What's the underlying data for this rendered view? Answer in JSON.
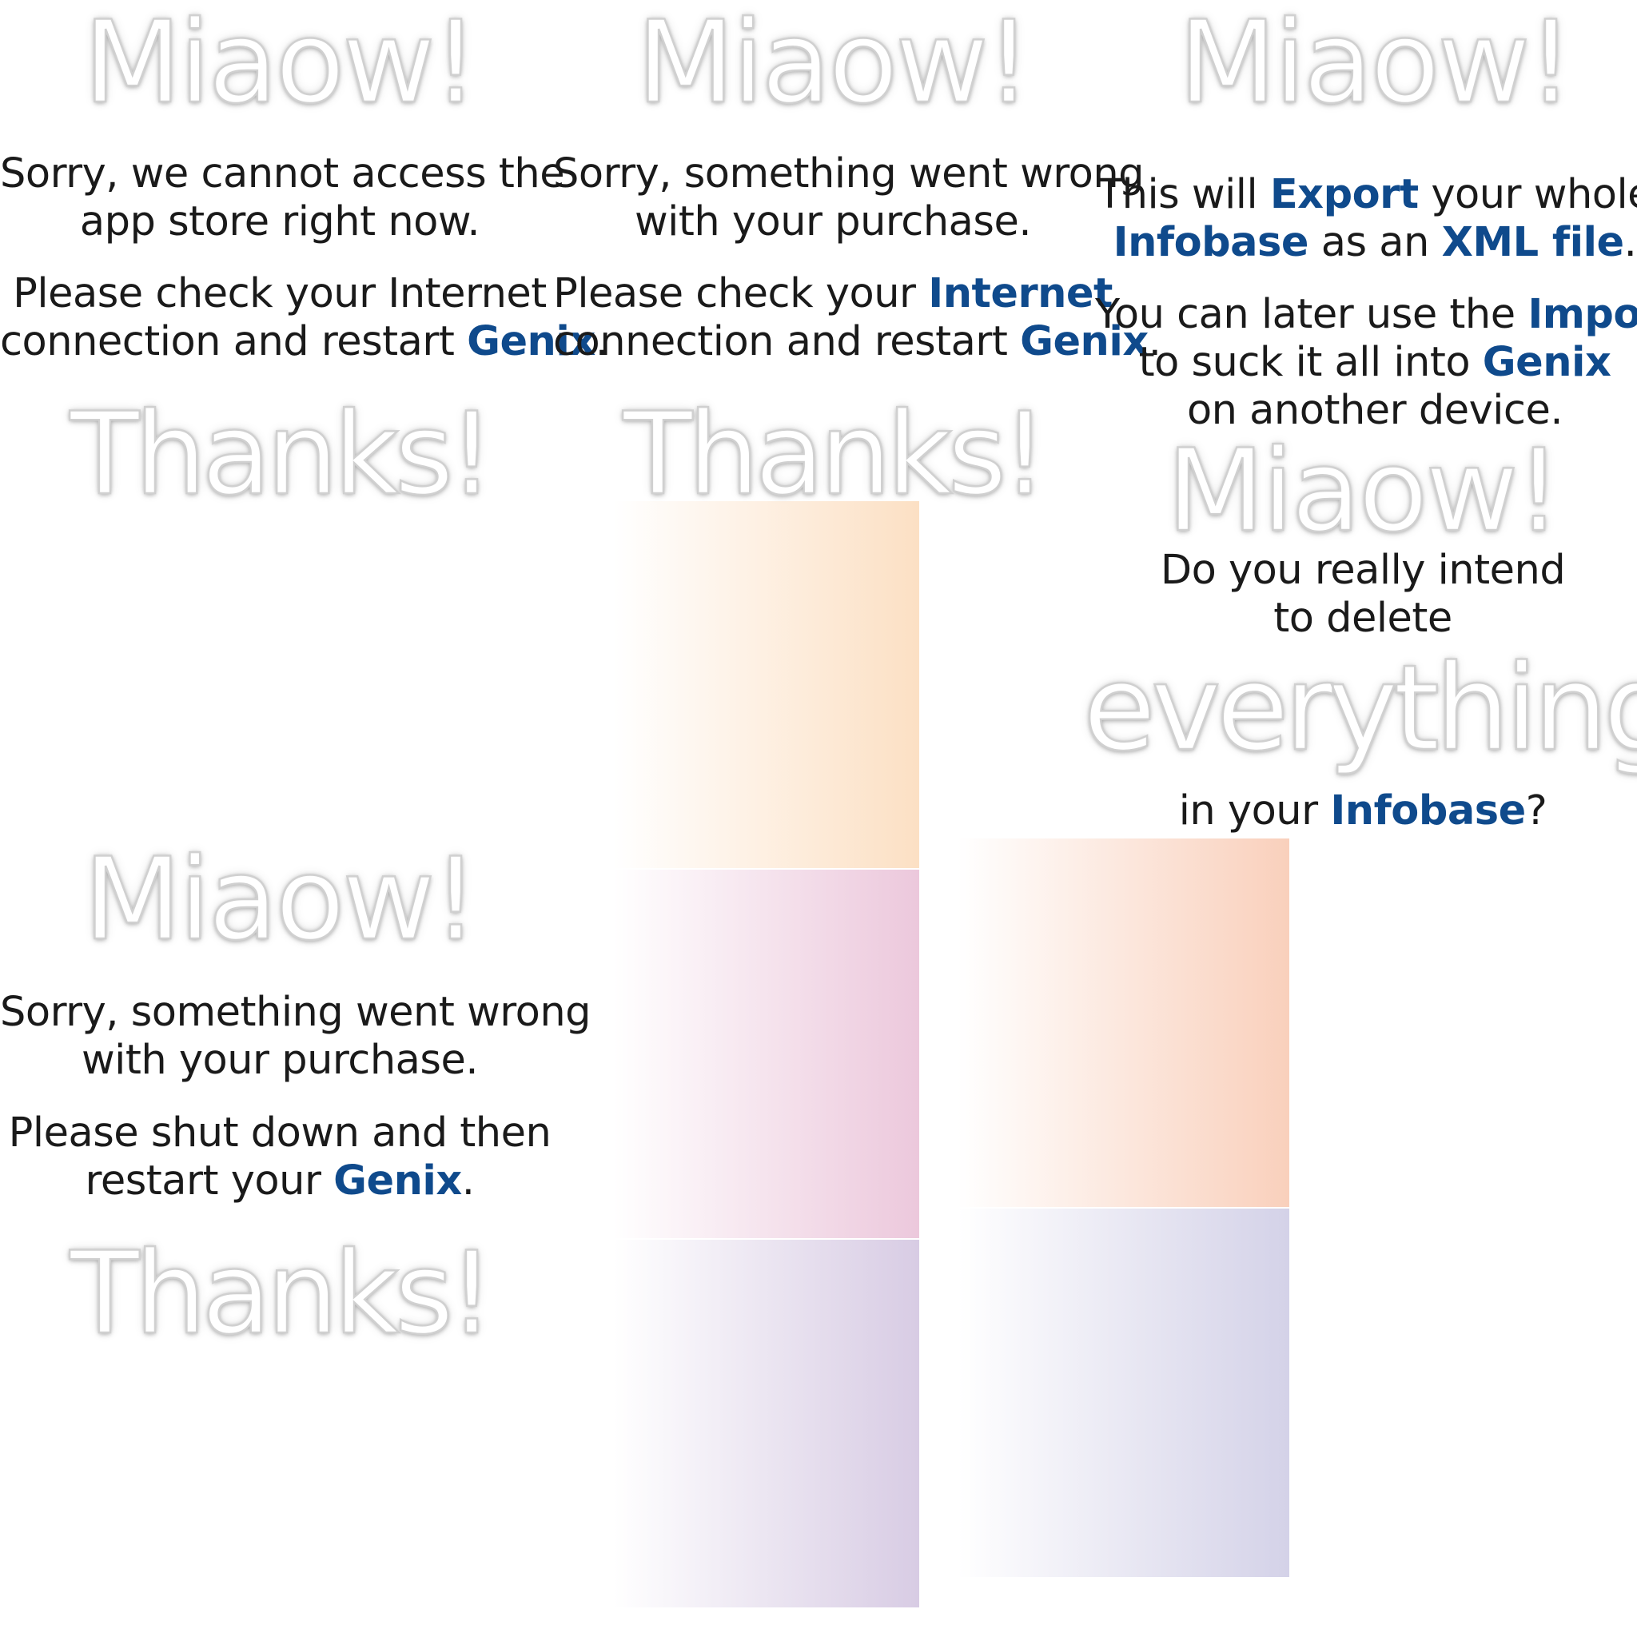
{
  "panels": {
    "store_error": {
      "heading": "Miaow!",
      "line1": "Sorry, we cannot access the",
      "line2": "app store right now.",
      "line3": "Please check your Internet",
      "line4_pre": "connection and restart ",
      "line4_link": "Genix",
      "line4_post": ".",
      "footer": "Thanks!"
    },
    "purchase_error_internet": {
      "heading": "Miaow!",
      "line1": "Sorry, something went wrong",
      "line2": "with your purchase.",
      "line3_pre": "Please check your ",
      "line3_link": "Internet",
      "line4_pre": "connection and restart ",
      "line4_link": "Genix",
      "line4_post": ".",
      "footer": "Thanks!"
    },
    "export_info": {
      "heading": "Miaow!",
      "line1_pre": "This will ",
      "line1_link": "Export",
      "line1_post": " your whole",
      "line2_link1": "Infobase",
      "line2_mid": " as an ",
      "line2_link2": "XML file",
      "line2_post": ".",
      "line3_pre": "You can later use the ",
      "line3_link": "Import",
      "line4_pre": "to suck it all into ",
      "line4_link": "Genix",
      "line5": "on another device."
    },
    "delete_confirm": {
      "heading": "Miaow!",
      "line1": "Do you really intend",
      "line2": "to delete",
      "emphasis": "everything",
      "line3_pre": "in your ",
      "line3_link": "Infobase",
      "line3_post": "?"
    },
    "purchase_error_restart": {
      "heading": "Miaow!",
      "line1": "Sorry, something went wrong",
      "line2": "with your purchase.",
      "line3": "Please shut down and then",
      "line4_pre": "restart your ",
      "line4_link": "Genix",
      "line4_post": ".",
      "footer": "Thanks!"
    }
  },
  "colors": {
    "link": "#0f4a8c",
    "text": "#1a1a1a",
    "swatch_peach": "#fce0c4",
    "swatch_pink": "#ecc8dc",
    "swatch_lilac": "#d8cce4",
    "swatch_salmon": "#f9d0bc",
    "swatch_blue": "#d4d2e8"
  }
}
